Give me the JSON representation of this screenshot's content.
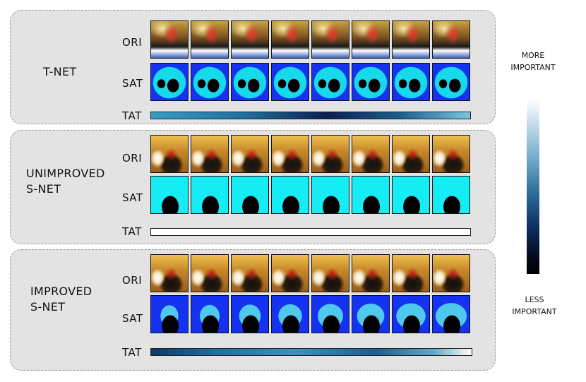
{
  "panels": [
    {
      "title_lines": [
        "T-NET"
      ],
      "row_labels": [
        "ORI",
        "SAT",
        "TAT"
      ],
      "variant": "tnet"
    },
    {
      "title_lines": [
        "UNIMPROVED",
        "S-NET"
      ],
      "row_labels": [
        "ORI",
        "SAT",
        "TAT"
      ],
      "variant": "unimproved"
    },
    {
      "title_lines": [
        "IMPROVED",
        "S-NET"
      ],
      "row_labels": [
        "ORI",
        "SAT",
        "TAT"
      ],
      "variant": "improved"
    }
  ],
  "frames_per_row": 8,
  "legend": {
    "top_line1": "MORE",
    "top_line2": "IMPORTANT",
    "bottom_line1": "LESS",
    "bottom_line2": "IMPORTANT"
  },
  "colors": {
    "panel_bg": "#e3e3e3",
    "sat_cyan": "#16e6f2",
    "sat_blue": "#1432f0",
    "tat_dark": "#0a1a4a",
    "tat_light": "#bfe2ef"
  }
}
